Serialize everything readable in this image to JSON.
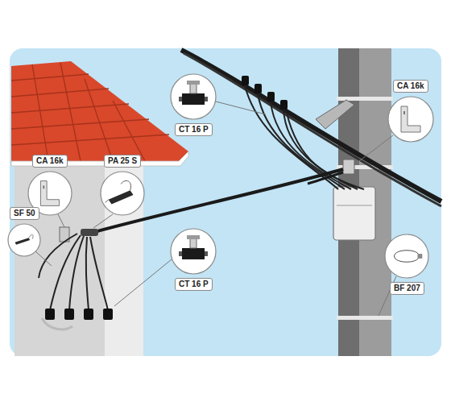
{
  "diagram": {
    "nodes": [
      {
        "text": [
          "CT 16 P"
        ]
      },
      {
        "text": [
          "CA 16k"
        ]
      },
      {
        "text": [
          "CA 16k"
        ]
      },
      {
        "text": [
          "PA 25 S"
        ]
      },
      {
        "text": [
          "SF 50"
        ]
      },
      {
        "text": [
          "CT 16 P"
        ]
      },
      {
        "text": [
          "BF 207"
        ]
      }
    ]
  }
}
